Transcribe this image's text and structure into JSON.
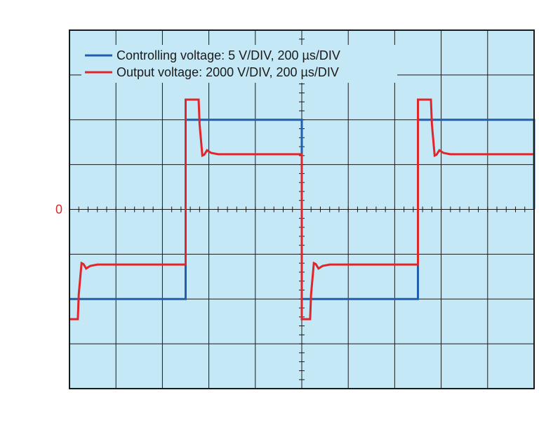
{
  "chart_data": {
    "type": "line",
    "title": "",
    "xlabel": "",
    "ylabel": "",
    "grid": true,
    "legend_position": "top-left",
    "x_divisions": 10,
    "y_divisions": 8,
    "xlim": [
      0,
      10
    ],
    "ylim": [
      -4,
      4
    ],
    "y_zero_label": "0",
    "colors": {
      "background": "#c5e8f6",
      "grid": "#1a1a1a",
      "frame": "#1a1a1a",
      "zero_label": "#e0262b"
    },
    "series": [
      {
        "name": "Controlling voltage: 5 V/DIV, 200 µs/DIV",
        "color": "#1f5fad",
        "x": [
          0,
          2.5,
          2.5,
          5.0,
          5.0,
          7.5,
          7.5,
          10.0,
          10.0
        ],
        "y": [
          -2.0,
          -2.0,
          2.0,
          2.0,
          -2.0,
          -2.0,
          2.0,
          2.0,
          0.0
        ]
      },
      {
        "name": "Output voltage: 2000 V/DIV, 200 µs/DIV",
        "color": "#e0262b",
        "x": [
          0,
          0.18,
          0.2,
          0.26,
          0.3,
          0.36,
          0.45,
          0.6,
          2.5,
          2.5,
          2.78,
          2.8,
          2.86,
          2.9,
          2.96,
          3.05,
          3.2,
          5.0,
          5.0,
          5.18,
          5.2,
          5.26,
          5.3,
          5.36,
          5.45,
          5.6,
          7.5,
          7.5,
          7.78,
          7.8,
          7.86,
          7.9,
          7.96,
          8.05,
          8.2,
          10.0
        ],
        "y": [
          -2.45,
          -2.45,
          -1.9,
          -1.2,
          -1.22,
          -1.32,
          -1.26,
          -1.23,
          -1.23,
          2.45,
          2.45,
          1.9,
          1.2,
          1.22,
          1.32,
          1.26,
          1.23,
          1.23,
          -2.45,
          -2.45,
          -1.9,
          -1.2,
          -1.22,
          -1.32,
          -1.26,
          -1.23,
          -1.23,
          2.45,
          2.45,
          1.9,
          1.2,
          1.22,
          1.32,
          1.26,
          1.23,
          1.23
        ]
      }
    ]
  }
}
